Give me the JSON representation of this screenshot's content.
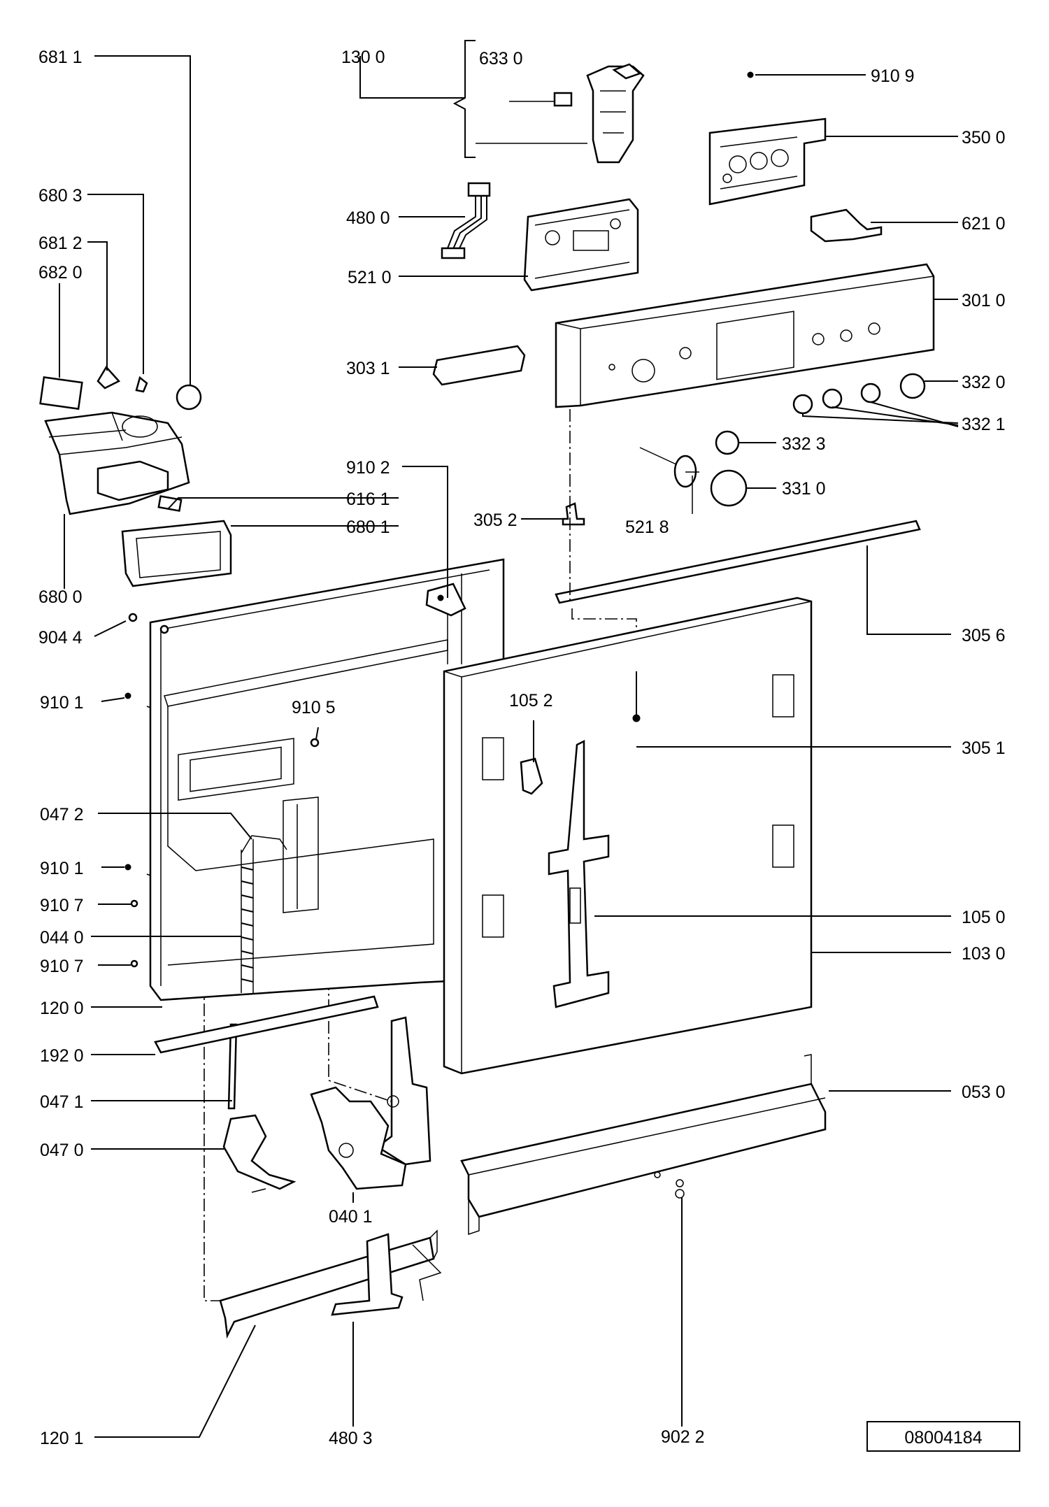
{
  "diagram": {
    "drawing_number": "08004184",
    "labels": {
      "l_6811": "681 1",
      "l_1300": "130 0",
      "l_6330": "633 0",
      "l_9109": "910 9",
      "l_3500": "350 0",
      "l_6803": "680 3",
      "l_4800": "480 0",
      "l_6210": "621 0",
      "l_6812": "681 2",
      "l_6820": "682 0",
      "l_5210": "521 0",
      "l_3010": "301 0",
      "l_3031": "303 1",
      "l_3320": "332 0",
      "l_3321": "332 1",
      "l_3323": "332 3",
      "l_9102": "910 2",
      "l_6161": "616 1",
      "l_3310": "331 0",
      "l_3052": "305 2",
      "l_5218": "521 8",
      "l_6801": "680 1",
      "l_6800": "680 0",
      "l_3056": "305 6",
      "l_9044": "904 4",
      "l_1052": "105 2",
      "l_9101a": "910 1",
      "l_9105": "910 5",
      "l_3051": "305 1",
      "l_0472": "047 2",
      "l_9101b": "910 1",
      "l_1050": "105 0",
      "l_9107a": "910 7",
      "l_0440": "044 0",
      "l_1030": "103 0",
      "l_9107b": "910 7",
      "l_1200": "120 0",
      "l_1920": "192 0",
      "l_0530": "053 0",
      "l_0471": "047 1",
      "l_0470": "047 0",
      "l_0401": "040 1",
      "l_1201": "120 1",
      "l_4803": "480 3",
      "l_9022": "902 2"
    }
  }
}
